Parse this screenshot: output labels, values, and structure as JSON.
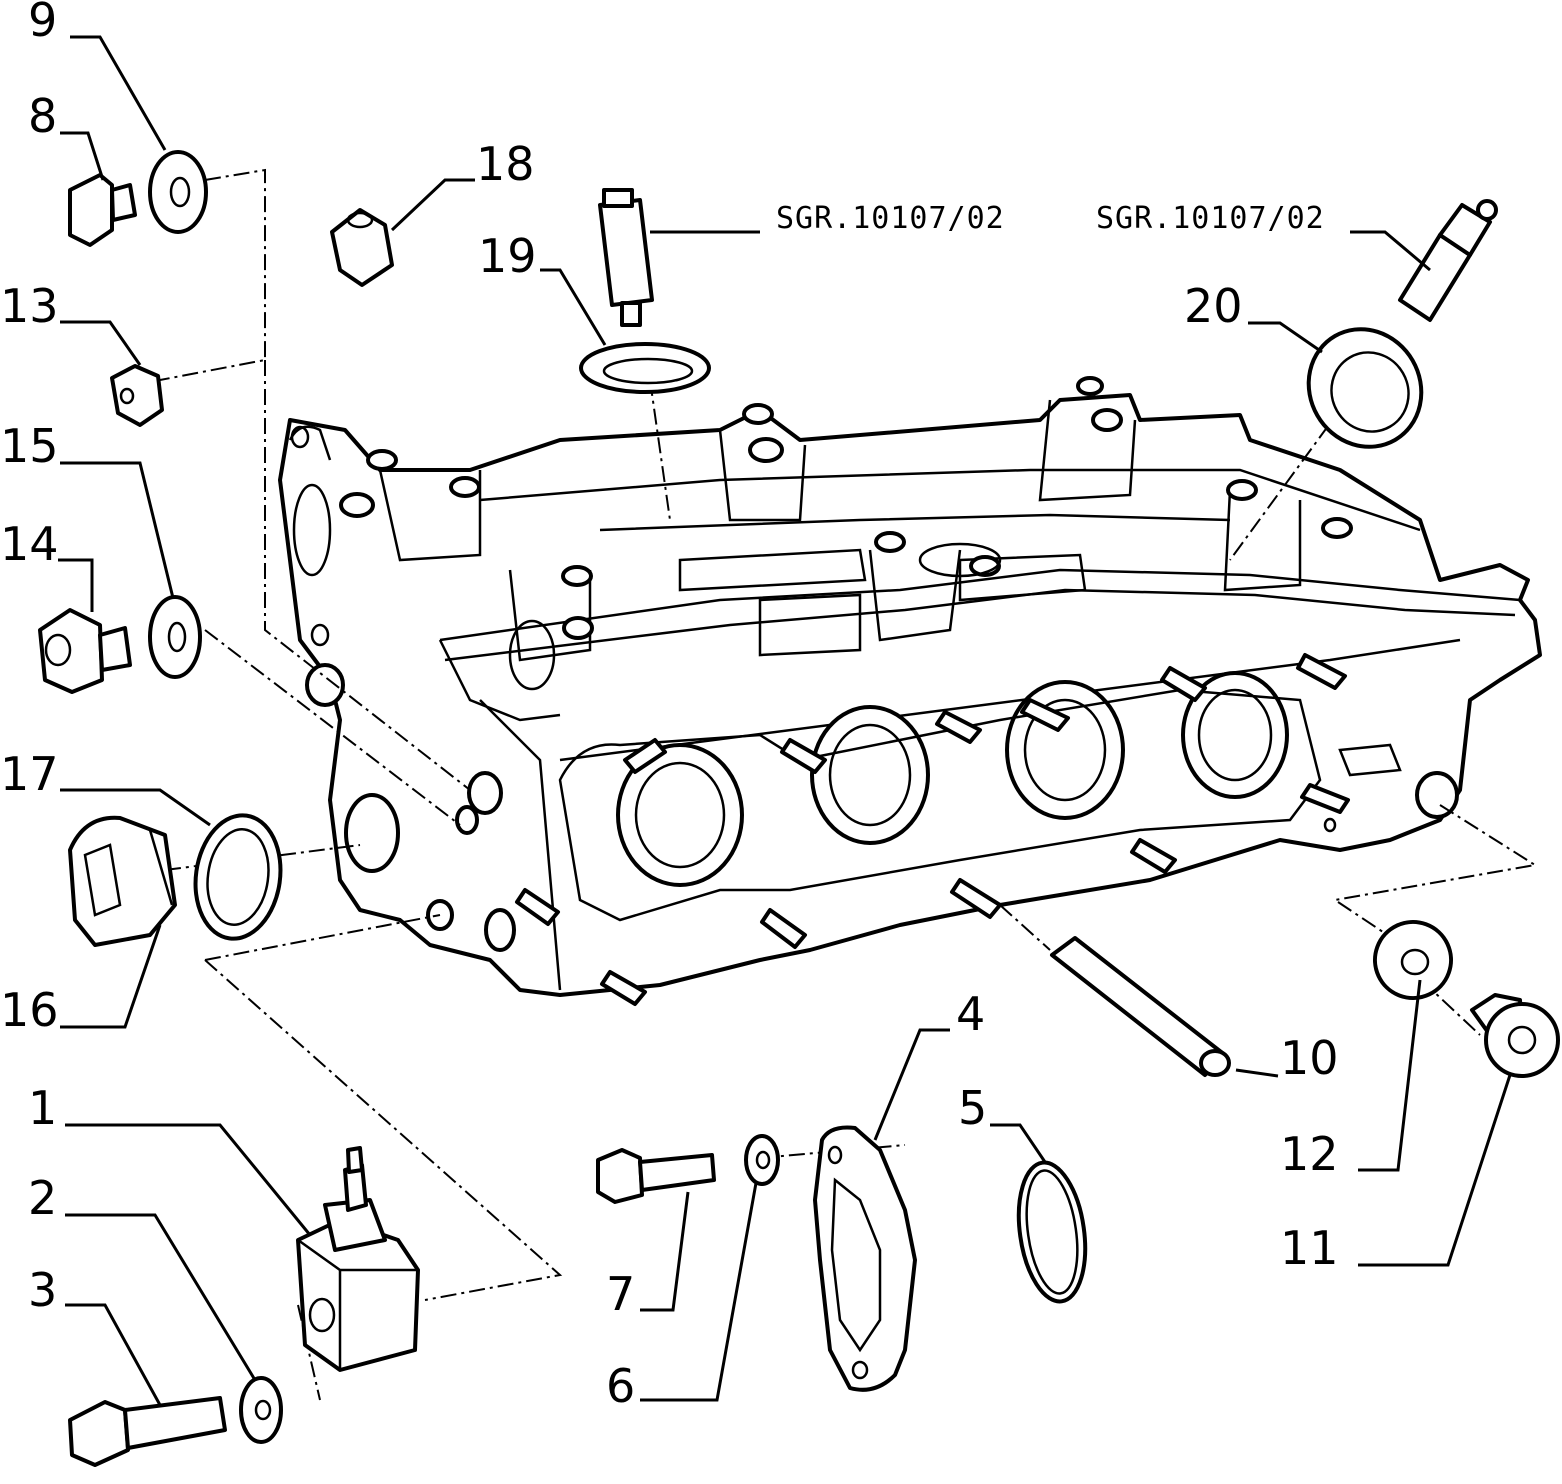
{
  "callouts": {
    "c1": "1",
    "c2": "2",
    "c3": "3",
    "c4": "4",
    "c5": "5",
    "c6": "6",
    "c7": "7",
    "c8": "8",
    "c9": "9",
    "c10": "10",
    "c11": "11",
    "c12": "12",
    "c13": "13",
    "c14": "14",
    "c15": "15",
    "c16": "16",
    "c17": "17",
    "c18": "18",
    "c19": "19",
    "c20": "20"
  },
  "references": {
    "ref_left": "SGR.10107/02",
    "ref_right": "SGR.10107/02"
  }
}
